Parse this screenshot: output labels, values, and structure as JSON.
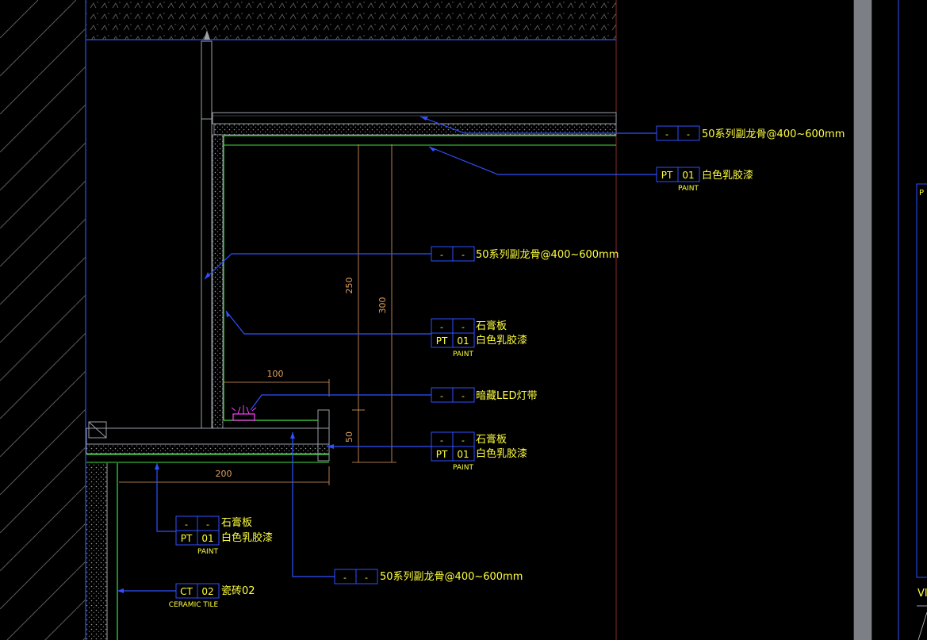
{
  "labels": {
    "top_keel": {
      "top_left": "-",
      "top_right": "-",
      "text": "50系列副龙骨@400~600mm"
    },
    "top_paint": {
      "top_left": "PT",
      "top_right": "01",
      "text": "白色乳胶漆",
      "sub": "PAINT"
    },
    "mid_keel": {
      "top_left": "-",
      "top_right": "-",
      "text": "50系列副龙骨@400~600mm"
    },
    "gypsum_1": {
      "top_left": "-",
      "top_right": "-",
      "bottom_left": "PT",
      "bottom_right": "01",
      "text1": "石膏板",
      "text2": "白色乳胶漆",
      "sub": "PAINT"
    },
    "led": {
      "top_left": "-",
      "top_right": "-",
      "text": "暗藏LED灯带"
    },
    "gypsum_2": {
      "top_left": "-",
      "top_right": "-",
      "bottom_left": "PT",
      "bottom_right": "01",
      "text1": "石膏板",
      "text2": "白色乳胶漆",
      "sub": "PAINT"
    },
    "gypsum_3": {
      "top_left": "-",
      "top_right": "-",
      "bottom_left": "PT",
      "bottom_right": "01",
      "text1": "石膏板",
      "text2": "白色乳胶漆",
      "sub": "PAINT"
    },
    "bottom_keel": {
      "top_left": "-",
      "top_right": "-",
      "text": "50系列副龙骨@400~600mm"
    },
    "tile": {
      "top_left": "CT",
      "top_right": "02",
      "text": "瓷砖02",
      "sub": "CERAMIC TILE"
    }
  },
  "dimensions": {
    "d250": "250",
    "d300": "300",
    "d100": "100",
    "d50": "50",
    "d200": "200"
  },
  "edge_text": {
    "right_box": "P",
    "right_bottom": "VI"
  },
  "colors": {
    "background": "#000000",
    "leader": "#3050ff",
    "text": "#ffff40",
    "dimension": "#e0a060",
    "green": "#40e040",
    "hatch": "#5a5a5a"
  }
}
